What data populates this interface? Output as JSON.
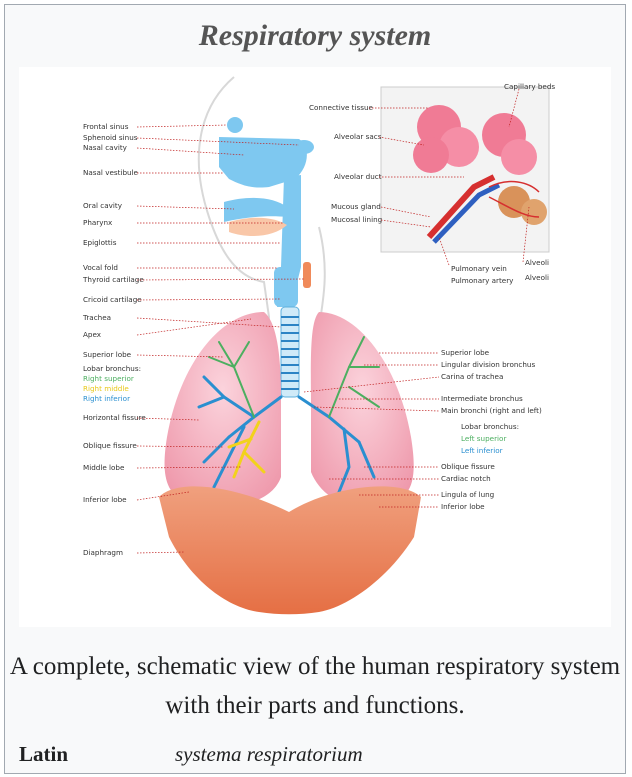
{
  "infobox": {
    "title": "Respiratory system",
    "caption": "A complete, schematic view of the human respiratory system with their parts and functions.",
    "latin_label": "Latin",
    "latin_value": "systema respiratorium"
  },
  "figure": {
    "left_labels": [
      "Frontal sinus",
      "Sphenoid sinus",
      "Nasal cavity",
      "Nasal vestibule",
      "Oral cavity",
      "Pharynx",
      "Epiglottis",
      "Vocal fold",
      "Thyroid cartilage",
      "Cricoid cartilage",
      "Trachea",
      "Apex",
      "Superior lobe",
      "Lobar bronchus:",
      "Right superior",
      "Right middle",
      "Right inferior",
      "Horizontal fissure",
      "Oblique fissure",
      "Middle lobe",
      "Inferior lobe",
      "Diaphragm"
    ],
    "right_labels": [
      "Superior lobe",
      "Lingular division bronchus",
      "Carina of trachea",
      "Intermediate bronchus",
      "Main bronchi (right and left)",
      "Lobar bronchus:",
      "Left superior",
      "Left inferior",
      "Oblique fissure",
      "Cardiac notch",
      "Lingula of lung",
      "Inferior lobe"
    ],
    "inset_labels": [
      "Capillary beds",
      "Connective tissue",
      "Alveolar sacs",
      "Alveolar duct",
      "Mucous gland",
      "Mucosal lining",
      "Pulmonary vein",
      "Pulmonary artery",
      "Alveoli",
      "Alveoli"
    ],
    "colors": {
      "airway": "#7ec8f0",
      "lung": "#f2a7b5",
      "bronchi_right": "#2a8fd0",
      "bronchi_green": "#4caf60",
      "middle_lobe_bronchi": "#f2d21b",
      "diaphragm": "#e9835a",
      "alveoli": "#f07b95"
    }
  }
}
